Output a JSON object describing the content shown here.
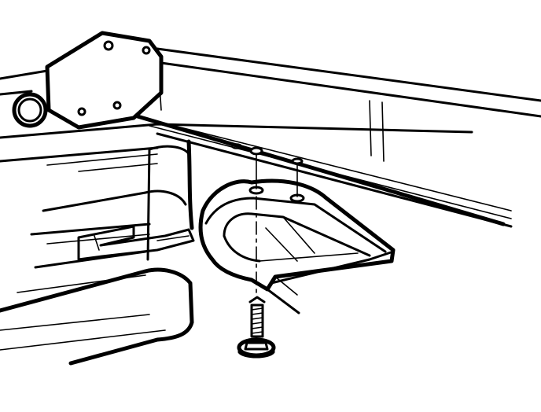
{
  "figure": {
    "kind": "technical-line-illustration",
    "ink_color": "#000000",
    "background_color": "#ffffff",
    "parts": [
      "frame-rail",
      "rail-end-cap-plate",
      "crossmember-channel",
      "mounting-bracket",
      "mounting-bolt",
      "bolt-holes",
      "alignment-centerlines"
    ],
    "hole_count": 2,
    "bolt_count": 1
  }
}
